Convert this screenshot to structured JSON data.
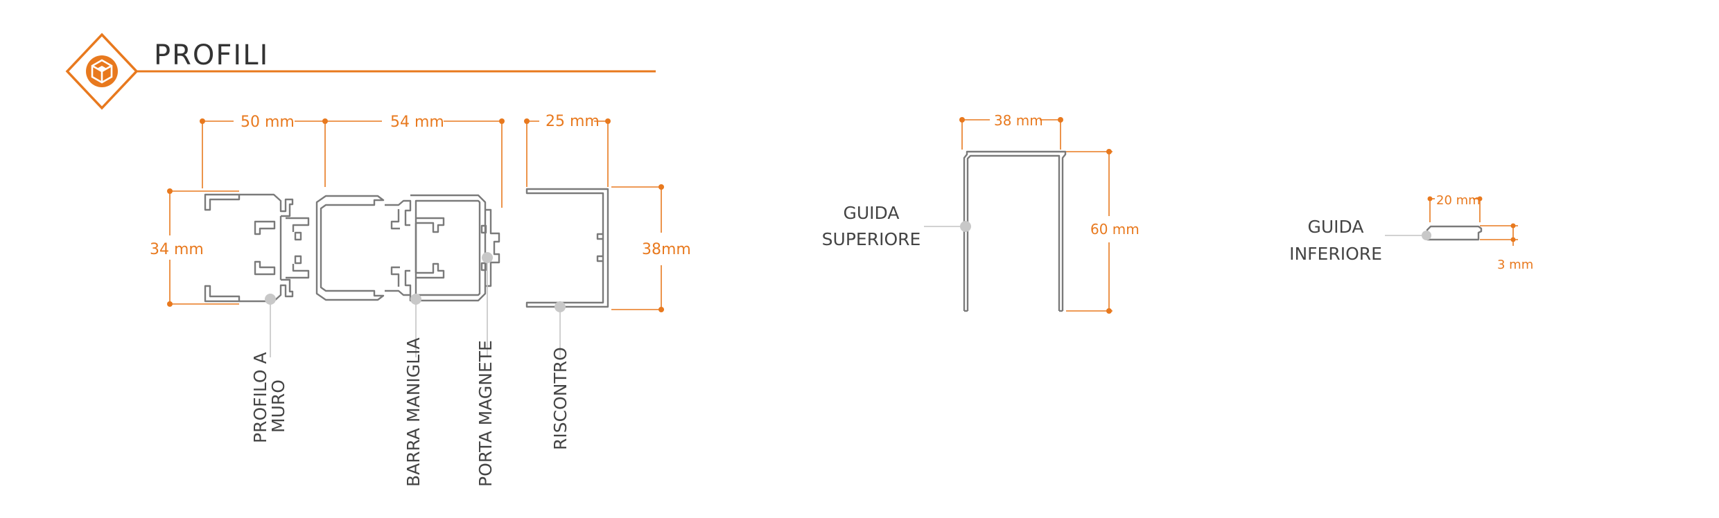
{
  "header": {
    "title": "PROFILI",
    "icon": "cube-icon",
    "accent_color": "#e8791e"
  },
  "profiles": {
    "dimensions": {
      "width_wall": "50 mm",
      "width_handle": "54 mm",
      "width_striker": "25 mm",
      "height_left": "34 mm",
      "height_right": "38mm"
    },
    "labels": {
      "wall_line1": "PROFILO A",
      "wall_line2": "MURO",
      "handle_bar": "BARRA MANIGLIA",
      "magnet_holder": "PORTA MAGNETE",
      "striker": "RISCONTRO"
    }
  },
  "upper_guide": {
    "label_line1": "GUIDA",
    "label_line2": "SUPERIORE",
    "width": "38 mm",
    "height": "60 mm"
  },
  "lower_guide": {
    "label_line1": "GUIDA",
    "label_line2": "INFERIORE",
    "width": "20 mm",
    "thickness": "3 mm"
  }
}
